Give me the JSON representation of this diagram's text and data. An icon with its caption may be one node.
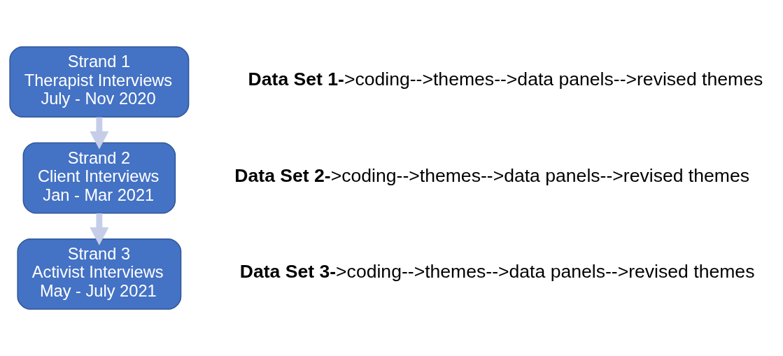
{
  "diagram": {
    "nodes": [
      {
        "text": [
          "Strand 1",
          "Therapist Interviews",
          "July - Nov 2020"
        ]
      },
      {
        "text": [
          "Strand 2",
          "Client Interviews",
          "Jan - Mar 2021"
        ]
      },
      {
        "text": [
          "Strand 3",
          "Activist Interviews",
          "May - July 2021"
        ]
      }
    ],
    "edges": [
      {
        "from": 0,
        "to": 1,
        "arrow": "to"
      },
      {
        "from": 1,
        "to": 2,
        "arrow": "to"
      }
    ],
    "labels": [
      "**Data Set 1-**>coding-->themes-->data panels-->revised themes",
      "**Data Set 2-**>coding-->themes-->data panels-->revised themes",
      "**Data Set 3-**>coding-->themes-->data panels-->revised themes"
    ]
  }
}
